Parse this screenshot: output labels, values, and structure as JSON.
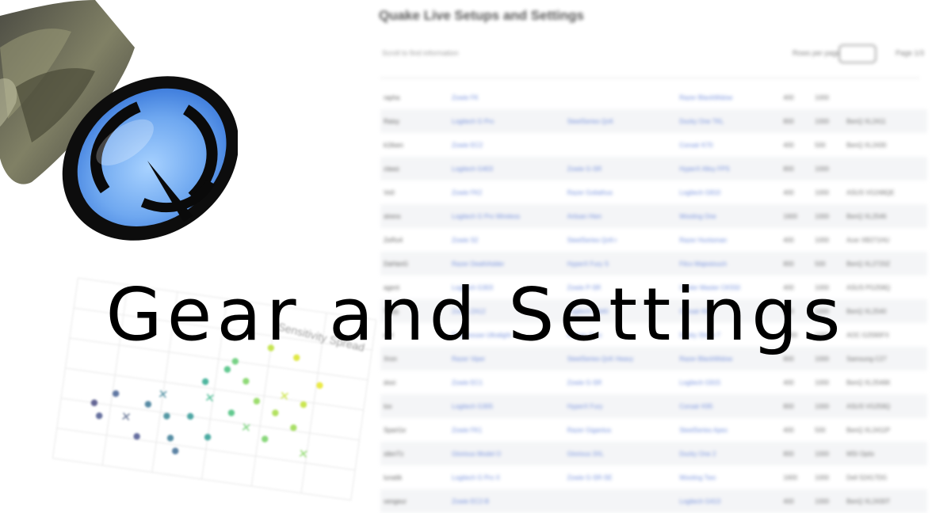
{
  "headline": "Gear and Settings",
  "background_page": {
    "title": "Quake Live Setups and Settings",
    "subtitle": "Scroll to find information",
    "per_page_label": "Rows per page",
    "pager_label": "Page 1/3",
    "rows": [
      {
        "player": "rapha",
        "mouse": "Zowie FK",
        "pad": "",
        "keyboard": "Razer BlackWidow",
        "dpi": "400",
        "hz": "1000",
        "monitor": ""
      },
      {
        "player": "Raisy",
        "mouse": "Logitech G Pro",
        "pad": "SteelSeries QcK",
        "keyboard": "Ducky One TKL",
        "dpi": "800",
        "hz": "1000",
        "monitor": "BenQ XL2411"
      },
      {
        "player": "k1llsen",
        "mouse": "Zowie EC2",
        "pad": "",
        "keyboard": "Corsair K70",
        "dpi": "400",
        "hz": "500",
        "monitor": "BenQ XL2430"
      },
      {
        "player": "clawz",
        "mouse": "Logitech G403",
        "pad": "Zowie G-SR",
        "keyboard": "HyperX Alloy FPS",
        "dpi": "800",
        "hz": "1000",
        "monitor": ""
      },
      {
        "player": "Vo0",
        "mouse": "Zowie FK2",
        "pad": "Razer Goliathus",
        "keyboard": "Logitech G810",
        "dpi": "400",
        "hz": "1000",
        "monitor": "ASUS VG248QE"
      },
      {
        "player": "strenx",
        "mouse": "Logitech G Pro Wireless",
        "pad": "Artisan Hien",
        "keyboard": "Wooting One",
        "dpi": "1600",
        "hz": "1000",
        "monitor": "BenQ XL2546"
      },
      {
        "player": "ZeRo4",
        "mouse": "Zowie S2",
        "pad": "SteelSeries QcK+",
        "keyboard": "Razer Huntsman",
        "dpi": "400",
        "hz": "1000",
        "monitor": "Acer XB271HU"
      },
      {
        "player": "DaHanG",
        "mouse": "Razer DeathAdder",
        "pad": "HyperX Fury S",
        "keyboard": "Filco Majestouch",
        "dpi": "800",
        "hz": "500",
        "monitor": "BenQ XL2720Z"
      },
      {
        "player": "agent",
        "mouse": "Logitech G303",
        "pad": "Zowie P-SR",
        "keyboard": "Cooler Master CK550",
        "dpi": "400",
        "hz": "1000",
        "monitor": "ASUS PG258Q"
      },
      {
        "player": "Toxjq",
        "mouse": "Zowie ZA12",
        "pad": "Logitech G640",
        "keyboard": "Corsair K65",
        "dpi": "800",
        "hz": "1000",
        "monitor": "BenQ XL2540"
      },
      {
        "player": "evil",
        "mouse": "Finalmouse Ultralight",
        "pad": "Artisan Zero",
        "keyboard": "Ducky Shine 7",
        "dpi": "1200",
        "hz": "1000",
        "monitor": "AOC G2590FX"
      },
      {
        "player": "Xron",
        "mouse": "Razer Viper",
        "pad": "SteelSeries QcK Heavy",
        "keyboard": "Razer BlackWidow",
        "dpi": "800",
        "hz": "1000",
        "monitor": "Samsung C27"
      },
      {
        "player": "dooi",
        "mouse": "Zowie EC1",
        "pad": "Zowie G-SR",
        "keyboard": "Logitech G915",
        "dpi": "400",
        "hz": "1000",
        "monitor": "BenQ XL2546K"
      },
      {
        "player": "tox",
        "mouse": "Logitech G305",
        "pad": "HyperX Fury",
        "keyboard": "Corsair K95",
        "dpi": "800",
        "hz": "1000",
        "monitor": "ASUS VG259Q"
      },
      {
        "player": "Spart1e",
        "mouse": "Zowie FK1",
        "pad": "Razer Gigantus",
        "keyboard": "SteelSeries Apex",
        "dpi": "400",
        "hz": "500",
        "monitor": "BenQ XL2411P"
      },
      {
        "player": "silenTz",
        "mouse": "Glorious Model O",
        "pad": "Glorious 3XL",
        "keyboard": "Ducky One 2",
        "dpi": "800",
        "hz": "1000",
        "monitor": "MSI Optix"
      },
      {
        "player": "lunatik",
        "mouse": "Logitech G Pro X",
        "pad": "Zowie G-SR-SE",
        "keyboard": "Wooting Two",
        "dpi": "1600",
        "hz": "1000",
        "monitor": "Dell S2417DG"
      },
      {
        "player": "vengeur",
        "mouse": "Zowie EC2-B",
        "pad": "",
        "keyboard": "Logitech G413",
        "dpi": "400",
        "hz": "1000",
        "monitor": "BenQ XL2430T"
      }
    ]
  },
  "chart_data": {
    "type": "scatter",
    "title": "Sensitivity Spread",
    "xlabel": "",
    "ylabel": "",
    "points": [
      {
        "x": 1.0,
        "y": 3.0,
        "shape": "dot",
        "color": "#3d3f7a"
      },
      {
        "x": 1.2,
        "y": 2.6,
        "shape": "dot",
        "color": "#404d86"
      },
      {
        "x": 1.6,
        "y": 3.4,
        "shape": "dot",
        "color": "#39568c"
      },
      {
        "x": 2.0,
        "y": 2.7,
        "shape": "cross",
        "color": "#45577e"
      },
      {
        "x": 2.4,
        "y": 2.1,
        "shape": "dot",
        "color": "#3f4a88"
      },
      {
        "x": 2.6,
        "y": 3.2,
        "shape": "dot",
        "color": "#2e6e8e"
      },
      {
        "x": 3.0,
        "y": 3.6,
        "shape": "cross",
        "color": "#2a788e"
      },
      {
        "x": 3.2,
        "y": 2.9,
        "shape": "dot",
        "color": "#2a7f8e"
      },
      {
        "x": 3.4,
        "y": 2.2,
        "shape": "dot",
        "color": "#2c728e"
      },
      {
        "x": 3.6,
        "y": 1.8,
        "shape": "dot",
        "color": "#33638d"
      },
      {
        "x": 3.9,
        "y": 3.0,
        "shape": "dot",
        "color": "#22908d"
      },
      {
        "x": 4.2,
        "y": 4.2,
        "shape": "dot",
        "color": "#20a386"
      },
      {
        "x": 4.4,
        "y": 3.7,
        "shape": "cross",
        "color": "#29af7f"
      },
      {
        "x": 4.5,
        "y": 2.4,
        "shape": "dot",
        "color": "#1f968b"
      },
      {
        "x": 4.8,
        "y": 4.7,
        "shape": "dot",
        "color": "#3bbb75"
      },
      {
        "x": 5.0,
        "y": 5.0,
        "shape": "dot",
        "color": "#55c667"
      },
      {
        "x": 5.1,
        "y": 3.3,
        "shape": "dot",
        "color": "#3cbc74"
      },
      {
        "x": 5.4,
        "y": 4.4,
        "shape": "dot",
        "color": "#73d055"
      },
      {
        "x": 5.6,
        "y": 2.9,
        "shape": "cross",
        "color": "#5ec962"
      },
      {
        "x": 5.8,
        "y": 3.8,
        "shape": "dot",
        "color": "#85d54a"
      },
      {
        "x": 6.0,
        "y": 5.6,
        "shape": "dot",
        "color": "#b8de29"
      },
      {
        "x": 6.2,
        "y": 2.6,
        "shape": "dot",
        "color": "#6ccd5a"
      },
      {
        "x": 6.4,
        "y": 3.5,
        "shape": "dot",
        "color": "#a0da39"
      },
      {
        "x": 6.6,
        "y": 4.1,
        "shape": "cross",
        "color": "#c2df23"
      },
      {
        "x": 6.8,
        "y": 5.4,
        "shape": "dot",
        "color": "#d8e219"
      },
      {
        "x": 7.0,
        "y": 3.1,
        "shape": "dot",
        "color": "#93d741"
      },
      {
        "x": 7.2,
        "y": 3.9,
        "shape": "dot",
        "color": "#bddf26"
      },
      {
        "x": 7.4,
        "y": 2.3,
        "shape": "cross",
        "color": "#7ad151"
      },
      {
        "x": 7.6,
        "y": 4.6,
        "shape": "dot",
        "color": "#e5e419"
      }
    ],
    "xlim": [
      0,
      9
    ],
    "ylim": [
      1,
      7
    ],
    "grid": true
  }
}
